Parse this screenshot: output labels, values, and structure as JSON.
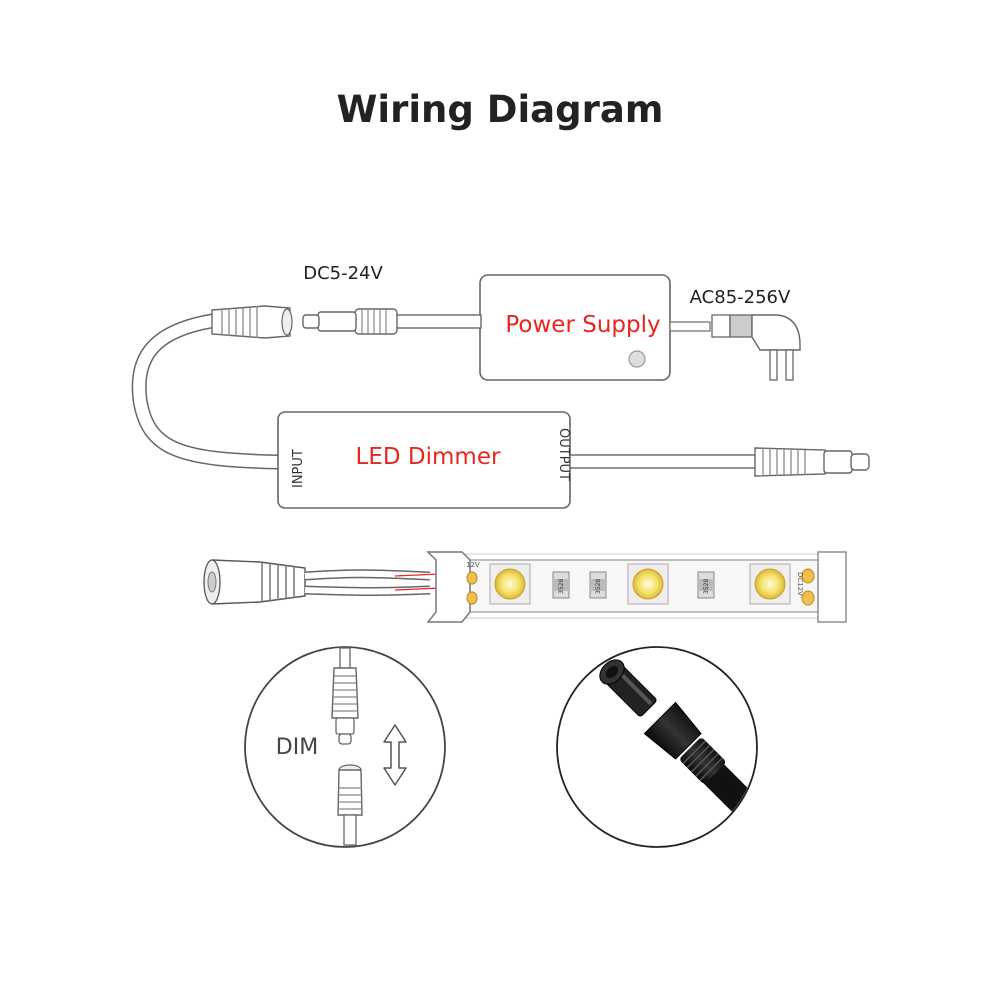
{
  "title": "Wiring Diagram",
  "labels": {
    "dc_voltage": "DC5-24V",
    "ac_voltage": "AC85-256V",
    "power_supply": "Power Supply",
    "led_dimmer": "LED Dimmer",
    "input": "INPUT",
    "output": "OUTPUT",
    "dim": "DIM",
    "strip_voltage": "12V",
    "strip_chip_1": "3528",
    "strip_chip_2": "3528",
    "strip_chip_3": "3528",
    "strip_end_mark": "DC12V"
  },
  "colors": {
    "label_red": "#e8261f",
    "line": "#555555",
    "led_yellow": "#f6e36a",
    "background": "#ffffff"
  }
}
